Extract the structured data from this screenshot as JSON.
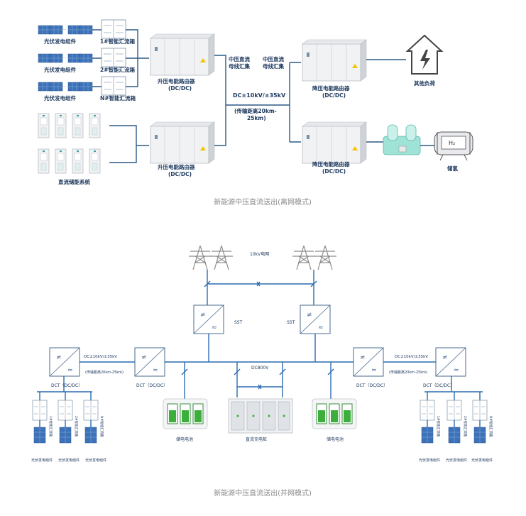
{
  "offgrid": {
    "pv_module": "光伏发电组件",
    "combiners": [
      "1#智能汇流箱",
      "2#智能汇流箱",
      "N#智能汇流箱"
    ],
    "boost_router_top": [
      "升压电能路由器",
      "(DC/DC)"
    ],
    "boost_router_bottom": [
      "升压电能路由器",
      "(DC/DC)"
    ],
    "storage_system": "直流储能系统",
    "bus_left": [
      "中压直流",
      "母线汇集"
    ],
    "bus_right": [
      "中压直流",
      "母线汇集"
    ],
    "dc_voltage": "DC±10kV/±35kV",
    "distance": [
      "(传输距离20km-",
      "25km)"
    ],
    "buck_router_top": [
      "降压电能路由器",
      "(DC/DC)"
    ],
    "buck_router_bottom": [
      "降压电能路由器",
      "(DC/DC)"
    ],
    "other_load": "其他负荷",
    "h2_label": "H₂",
    "hydrogen_storage": "储氢",
    "caption": "新能源中压直流送出(离网模式)"
  },
  "ongrid": {
    "grid": "10kV电网",
    "sst_left": "SST",
    "sst_right": "SST",
    "dc800v": "DC800V",
    "dct_left_voltage": "DC±10kV/±35kV",
    "dct_left_distance": "(传输距离20km-25km)",
    "dct_right_voltage": "DC±10kV/±35kV",
    "dct_right_distance": "(传输距离20km-25km)",
    "dct_labels": [
      "DCT（DC/DC）",
      "DCT（DC/DC）",
      "DCT（DC/DC）",
      "DCT（DC/DC）"
    ],
    "battery_left": "储电电池",
    "battery_right": "储电电池",
    "charger": "直流充电桩",
    "left_combiners": [
      "1#智能汇流箱",
      "2#智能汇流箱",
      "N#智能汇流箱"
    ],
    "right_combiners": [
      "1#智能汇流箱",
      "2#智能汇流箱",
      "N#智能汇流箱"
    ],
    "pv_module": "光伏发电组件",
    "caption": "新能源中压直流送出(并网模式)"
  },
  "colors": {
    "line": "#2b5a86",
    "text": "#1f3a60",
    "pv": "#3d72b8",
    "battery": "#3cae3c",
    "h2_tank": "#7fd6c8"
  }
}
